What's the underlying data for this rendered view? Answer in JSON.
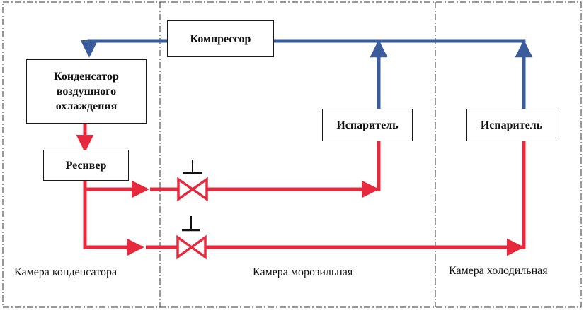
{
  "components": {
    "compressor": "Компрессор",
    "condenser": "Конденсатор\nвоздушного\nохлаждения",
    "receiver": "Ресивер",
    "evaporator_freezer": "Испаритель",
    "evaporator_cooler": "Испаритель"
  },
  "zones": {
    "condenser_chamber": "Камера конденсатора",
    "freezer_chamber": "Камера морозильная",
    "cooler_chamber": "Камера холодильная"
  },
  "colors": {
    "suction_line": "#3a5c9c",
    "liquid_line": "#e8283c",
    "outline": "#1a1a1a",
    "zone_border": "#333333"
  }
}
